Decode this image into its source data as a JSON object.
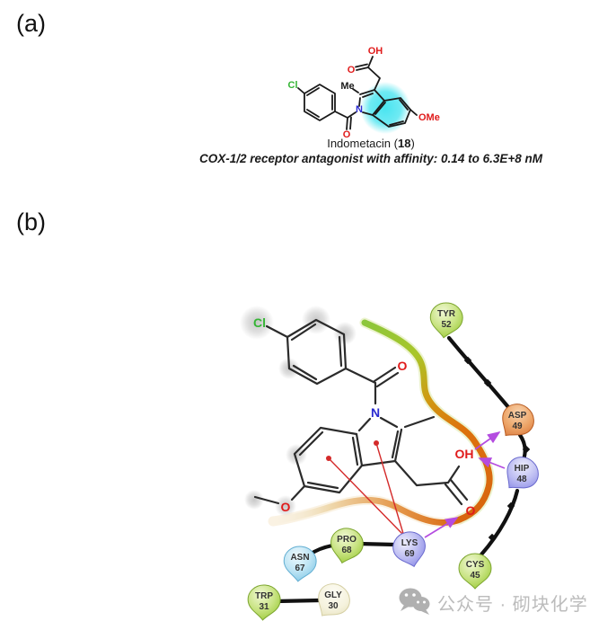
{
  "panel_a": {
    "label": "(a)",
    "molecule_name": "Indometacin",
    "atoms": {
      "cl": "Cl",
      "me": "Me",
      "n": "N",
      "o_amide": "O",
      "o_acid": "O",
      "oh": "OH",
      "ome": "OMe"
    },
    "caption": {
      "pre": "Indometacin (",
      "num": "18",
      "post": ")"
    },
    "subcaption": "COX-1/2 receptor antagonist with affinity: 0.14 to 6.3E+8 nM",
    "highlight_color": "#3fe3ef"
  },
  "panel_b": {
    "label": "(b)",
    "atoms": {
      "cl": "Cl",
      "o_amide": "O",
      "n": "N",
      "oh": "OH",
      "o_acid": "O",
      "o_methoxy": "O"
    },
    "residues": [
      {
        "name": "TYR",
        "num": "52",
        "category": "hydrophobic",
        "color": "#a5d23f"
      },
      {
        "name": "ASP",
        "num": "49",
        "category": "negative-charged",
        "color": "#dd7e3e"
      },
      {
        "name": "HIP",
        "num": "48",
        "category": "positive-charged",
        "color": "#9292e9"
      },
      {
        "name": "CYS",
        "num": "45",
        "category": "hydrophobic",
        "color": "#a5d23f"
      },
      {
        "name": "LYS",
        "num": "69",
        "category": "positive-charged",
        "color": "#9292e9"
      },
      {
        "name": "PRO",
        "num": "68",
        "category": "hydrophobic",
        "color": "#a5d23f"
      },
      {
        "name": "ASN",
        "num": "67",
        "category": "polar",
        "color": "#88ccec"
      },
      {
        "name": "TRP",
        "num": "31",
        "category": "hydrophobic",
        "color": "#a5d23f"
      },
      {
        "name": "GLY",
        "num": "30",
        "category": "glycine",
        "color": "#eae5c2"
      }
    ],
    "interactions": [
      {
        "type": "h-bond",
        "from": "carboxyl OH",
        "to": "ASP 49"
      },
      {
        "type": "h-bond",
        "from": "HIP 48",
        "to": "carboxyl OH"
      },
      {
        "type": "salt-bridge",
        "from": "LYS 69",
        "to": "carboxylate O"
      },
      {
        "type": "pi-cation",
        "from": "indole benzene ring",
        "to": "LYS 69"
      },
      {
        "type": "pi-cation",
        "from": "indole pyrrole ring",
        "to": "LYS 69"
      }
    ],
    "colors": {
      "arrow_purple": "#b44ce0",
      "pi_cation_red": "#d42a2a",
      "ribbon_green": "#8cc63c",
      "ribbon_orange": "#dd720d",
      "atom_cl": "#35b535",
      "atom_o": "#e01b1b",
      "atom_n": "#2a2ad0"
    }
  },
  "watermark": {
    "icon": "wechat-icon",
    "text": "公众号 · 砌块化学"
  }
}
